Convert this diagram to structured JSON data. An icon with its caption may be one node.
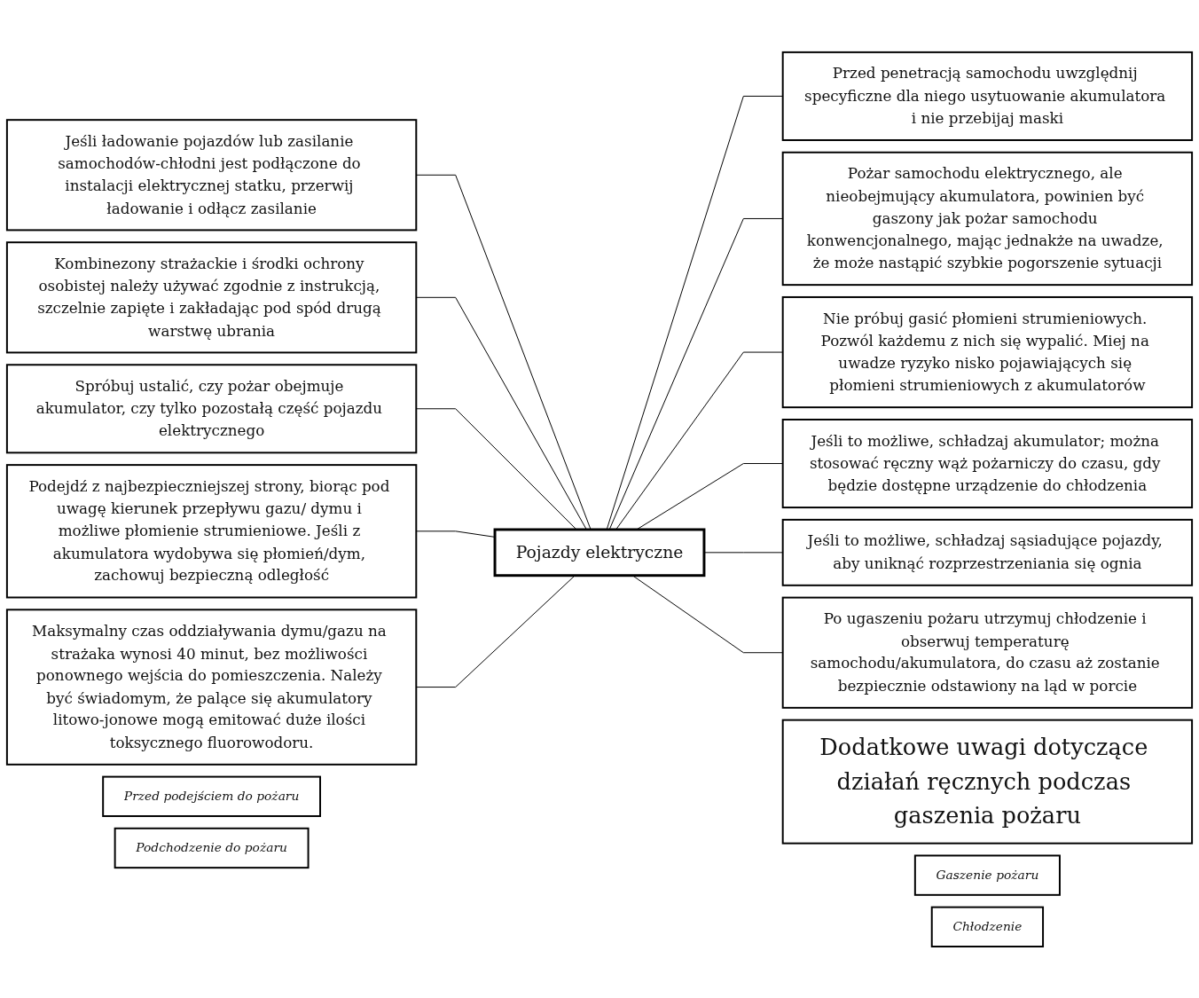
{
  "diagram": {
    "nodes": [
      {
        "text": [
          "Dodatkowe uwagi dotyczące działań ręcznych podczas gaszenia pożaru"
        ]
      },
      {
        "text": [
          "Przed podejściem do pożaru"
        ]
      },
      {
        "text": [
          "Jeśli ładowanie pojazdów lub zasilanie samochodów-chłodni jest podłączone do instalacji elektrycznej statku, przerwij ładowanie i odłącz zasilanie"
        ]
      },
      {
        "text": [
          "Kombinezony strażackie i środki ochrony osobistej należy używać zgodnie z instrukcją, szczelnie zapięte i zakładając pod spód drugą warstwę ubrania"
        ]
      },
      {
        "text": [
          "Podchodzenie do pożaru"
        ]
      },
      {
        "text": [
          "Spróbuj ustalić, czy pożar obejmuje akumulator, czy tylko pozostałą część pojazdu elektrycznego"
        ]
      },
      {
        "text": [
          "Podejdź z najbezpieczniejszej strony, biorąc pod uwagę kierunek przepływu gazu/ dymu i możliwe płomienie strumieniowe. Jeśli z akumulatora wydobywa się płomień/dym, zachowuj bezpieczną odległość"
        ]
      },
      {
        "text": [
          "Maksymalny czas oddziaływania dymu/gazu na strażaka wynosi 40 minut, bez możliwości ponownego wejścia do pomieszczenia. Należy być świadomym, że palące się akumulatory litowo-jonowe mogą emitować duże ilości toksycznego fluorowodoru."
        ]
      },
      {
        "text": [
          "Pojazdy elektryczne"
        ]
      },
      {
        "text": [
          "Gaszenie pożaru"
        ]
      },
      {
        "text": [
          "Przed penetracją samochodu uwzględnij specyficzne dla niego usytuowanie akumulatora i nie przebijaj maski"
        ]
      },
      {
        "text": [
          "Pożar samochodu elektrycznego, ale nieobejmujący akumulatora, powinien być gaszony jak pożar samochodu konwencjonalnego, mając jednakże na uwadze, że może nastąpić szybkie pogorszenie sytuacji"
        ]
      },
      {
        "text": [
          "Nie próbuj gasić płomieni strumieniowych. Pozwól każdemu z nich się wypalić. Miej na uwadze ryzyko nisko pojawiających się płomieni strumieniowych z akumulatorów"
        ]
      },
      {
        "text": [
          "Chłodzenie"
        ]
      },
      {
        "text": [
          "Jeśli to możliwe, schładzaj akumulator; można stosować ręczny wąż pożarniczy do czasu, gdy będzie dostępne urządzenie do chłodzenia"
        ]
      },
      {
        "text": [
          "Jeśli to możliwe, schładzaj sąsiadujące pojazdy, aby uniknąć rozprzestrzeniania się ognia"
        ]
      },
      {
        "text": [
          "Po ugaszeniu pożaru utrzymuj chłodzenie i obserwuj temperaturę samochodu/akumulatora, do czasu aż zostanie bezpiecznie odstawiony na ląd w porcie"
        ]
      }
    ],
    "edges": [
      {
        "from": 2,
        "to": 8,
        "arrow": "none"
      },
      {
        "from": 3,
        "to": 8,
        "arrow": "none"
      },
      {
        "from": 5,
        "to": 8,
        "arrow": "none"
      },
      {
        "from": 6,
        "to": 8,
        "arrow": "none"
      },
      {
        "from": 7,
        "to": 8,
        "arrow": "none"
      },
      {
        "from": 8,
        "to": 10,
        "arrow": "none"
      },
      {
        "from": 8,
        "to": 11,
        "arrow": "none"
      },
      {
        "from": 8,
        "to": 12,
        "arrow": "none"
      },
      {
        "from": 8,
        "to": 14,
        "arrow": "none"
      },
      {
        "from": 8,
        "to": 15,
        "arrow": "none"
      },
      {
        "from": 8,
        "to": 16,
        "arrow": "none"
      }
    ]
  }
}
